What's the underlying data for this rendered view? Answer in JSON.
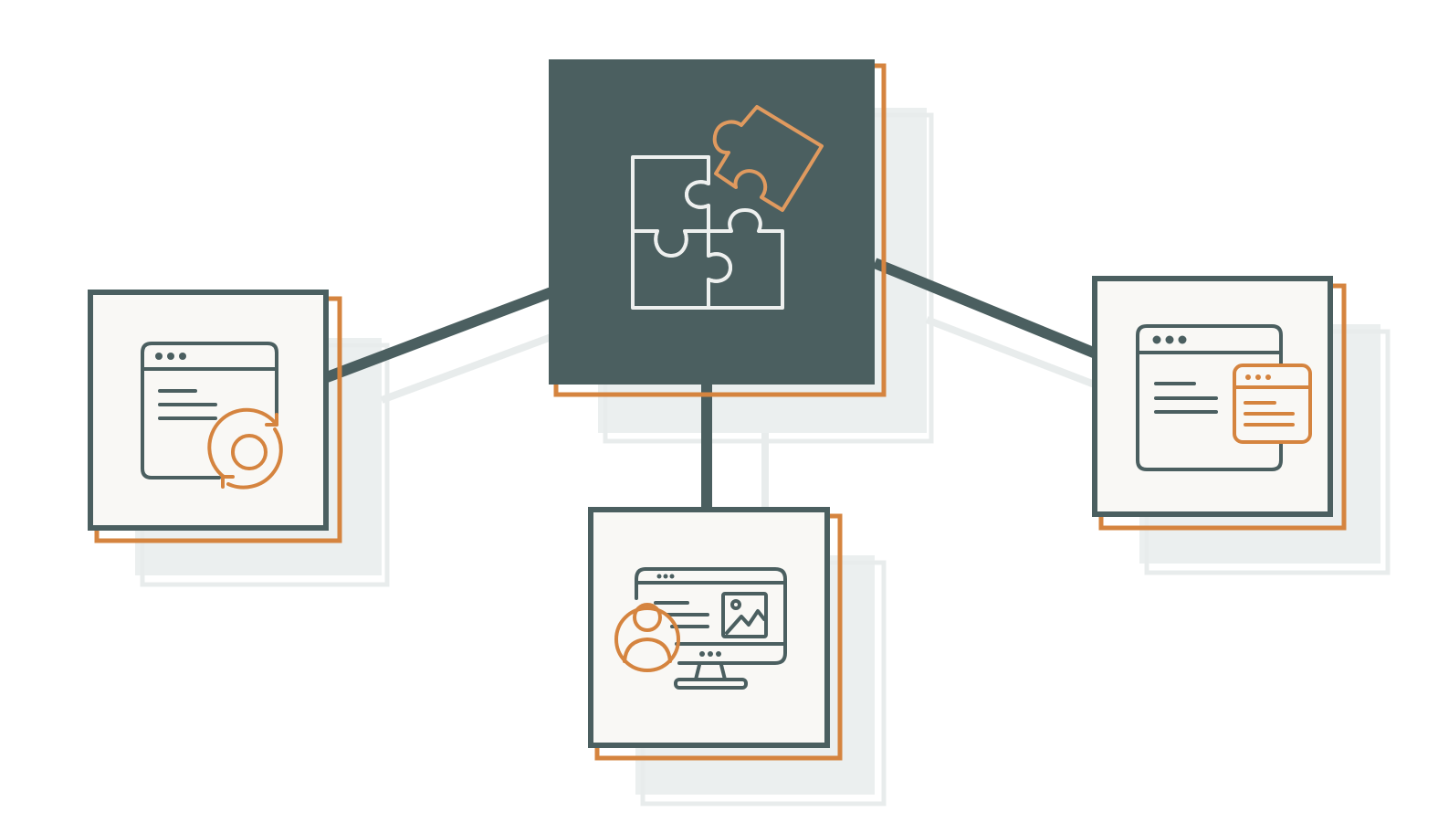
{
  "diagram": {
    "type": "hub-and-spoke",
    "colors": {
      "primary": "#4b5f60",
      "accent": "#d5843f",
      "accent_light": "#e09a5f",
      "tile_fill": "#f9f8f5",
      "shadow": "#e8ecec",
      "icon_light": "#eef0ef"
    },
    "hub": {
      "icon": "puzzle-pieces-icon"
    },
    "nodes": [
      {
        "id": "left",
        "icon": "browser-window-refresh-icon"
      },
      {
        "id": "bottom",
        "icon": "monitor-user-profile-icon"
      },
      {
        "id": "right",
        "icon": "stacked-browser-windows-icon"
      }
    ],
    "connections": [
      {
        "from": "hub",
        "to": "left"
      },
      {
        "from": "hub",
        "to": "bottom"
      },
      {
        "from": "hub",
        "to": "right"
      }
    ]
  }
}
